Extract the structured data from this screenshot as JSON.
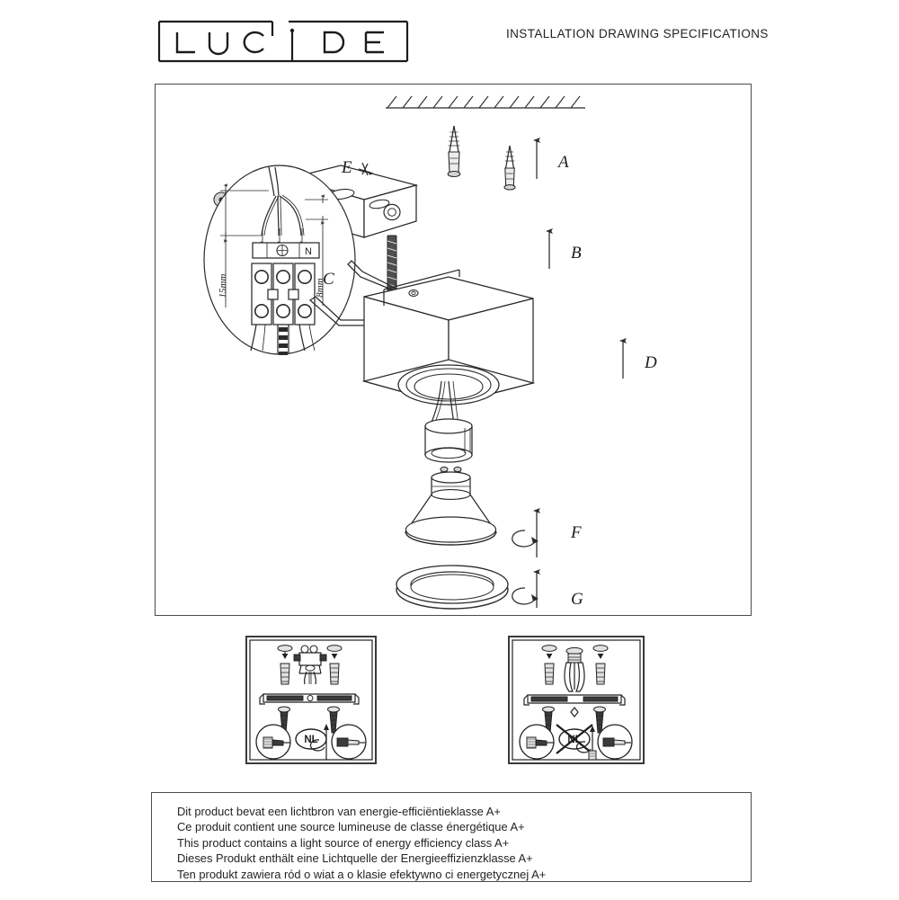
{
  "header": {
    "logo_text": "LUCIDE",
    "logo_letters": [
      "L",
      "U",
      "C",
      "I",
      "D",
      "E"
    ],
    "title": "INSTALLATION DRAWING SPECIFICATIONS"
  },
  "diagram": {
    "step_labels": [
      {
        "id": "A",
        "label": "A",
        "motion": "arrow-up"
      },
      {
        "id": "B",
        "label": "B",
        "motion": "arrow-up"
      },
      {
        "id": "C",
        "label": "C",
        "motion": "callout-arrow"
      },
      {
        "id": "D",
        "label": "D",
        "motion": "arrow-up"
      },
      {
        "id": "E",
        "label": "E",
        "motion": "screw-tighten"
      },
      {
        "id": "F",
        "label": "F",
        "motion": "twist-insert"
      },
      {
        "id": "G",
        "label": "G",
        "motion": "twist-insert"
      }
    ],
    "detail_callout": {
      "dimension_top": "15mm",
      "dimension_side": "8mm",
      "terminal_neutral": "N",
      "terminal_earth": "⊕"
    }
  },
  "panels": {
    "left": {
      "name": "nl-allowed-panel",
      "badge": "NL",
      "badge_state": "allowed"
    },
    "right": {
      "name": "nl-forbidden-panel",
      "badge": "NL",
      "badge_state": "forbidden"
    }
  },
  "notice": {
    "lines": [
      "Dit product bevat een lichtbron van energie-efficiëntieklasse A+",
      "Ce produit contient une source lumineuse de classe énergétique A+",
      "This product contains a light source of energy efficiency class A+",
      "Dieses Produkt enthält eine Lichtquelle der Energieeffizienzklasse A+",
      "Ten produkt zawiera ród o wiat a o klasie efektywno ci energetycznej A+"
    ]
  },
  "colors": {
    "line": "#2b2b2b",
    "frame": "#4a4a52",
    "panel_border": "#3a3a40",
    "text": "#232323",
    "fill_light": "#f2f2f2",
    "fill_mid": "#d8d8d8",
    "fill_dark": "#4a4a4a"
  }
}
